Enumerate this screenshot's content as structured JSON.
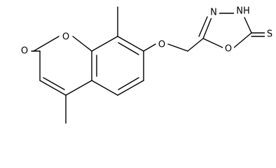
{
  "molecule": {
    "atom_labels": {
      "carbonyl_oxygen": "O",
      "ring_oxygen": "O",
      "ether_oxygen": "O",
      "oxadiazole_oxygen": "O",
      "oxadiazole_nitrogen": "N",
      "oxadiazole_nh": "NH",
      "thione_sulfur": "S"
    },
    "colors": {
      "bond": "#000000",
      "text": "#000000",
      "background": "#ffffff"
    }
  }
}
